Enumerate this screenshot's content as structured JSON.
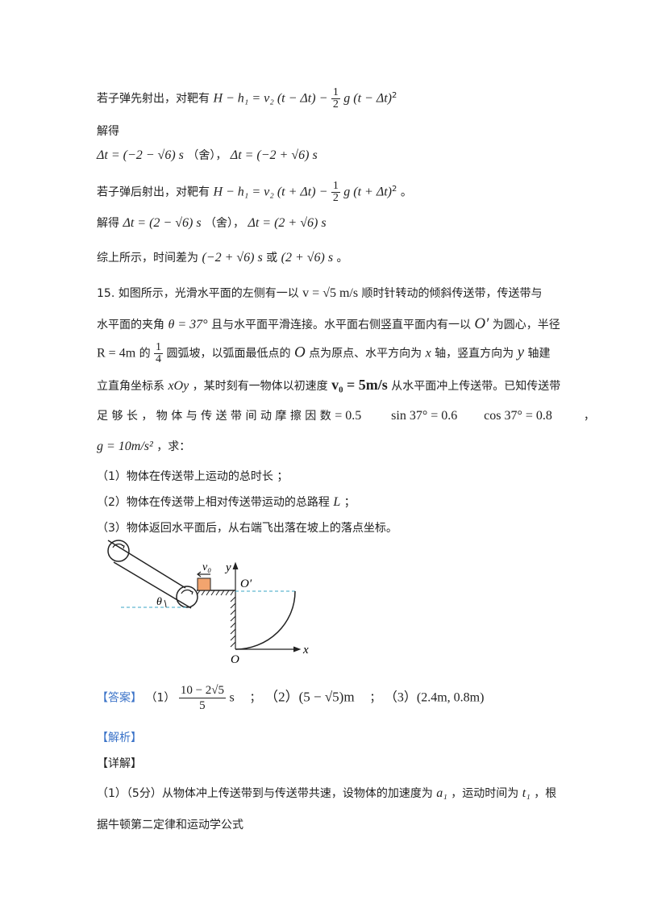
{
  "lines": {
    "l1_text": "若子弹先射出，对靶有",
    "l1_formula": "H − h₁ = v₂ (t − Δt) −",
    "l1_tail": "g (t − Δt)",
    "solve1": "解得",
    "dt1a": "Δt = (−2 − √6) s",
    "dt1a_note": "（舍），",
    "dt1b": "Δt = (−2 + √6) s",
    "l4_text": "若子弹后射出，对靶有",
    "l4_formula": "H − h₁ = v₂ (t + Δt) −",
    "l4_tail": "g (t + Δt)",
    "l4_end": "。",
    "solve2": "解得",
    "dt2a": "Δt = (2 − √6) s",
    "dt2a_note": "（舍），",
    "dt2b": "Δt = (2 + √6) s",
    "summary_text": "综上所示，时间差为",
    "summary_a": "(−2 + √6) s",
    "summary_or": "或",
    "summary_b": "(2 + √6) s",
    "summary_end": "。"
  },
  "problem": {
    "p1a": "15. 如图所示，光滑水平面的左侧有一以",
    "p1_v": "v = √5 m/s",
    "p1b": "顺时针转动的倾斜传送带，传送带与",
    "p2a": "水平面的夹角",
    "p2_theta": "θ = 37°",
    "p2b": "且与水平面平滑连接。水平面右侧竖直平面内有一以",
    "p2_O": "O′",
    "p2c": "为圆心，半径",
    "p3_R": "R = 4m",
    "p3a": "的",
    "p3b": "圆弧坡，以弧面最低点的",
    "p3_O": "O",
    "p3c": "点为原点、水平方向为",
    "p3_x": "x",
    "p3d": "轴，竖直方向为",
    "p3_y": "y",
    "p3e": "轴建",
    "p4a": "立直角坐标系",
    "p4_xoy": "xOy",
    "p4b": "，某时刻有一物体以初速度",
    "p4_v0": "v₀ = 5m/s",
    "p4c": "从水平面冲上传送带。已知传送带",
    "p5a": "足 够 长 ， 物 体 与 传 送 带 间 动 摩 擦 因 数",
    "p5_mu": "= 0.5",
    "p5_sin": "sin 37° = 0.6",
    "p5_cos": "cos 37° = 0.8",
    "p5_end": "，",
    "p6_g": "g = 10m/s²",
    "p6_end": "，求：",
    "q1": "（1）物体在传送带上运动的总时长 ；",
    "q2a": "（2）物体在传送带上相对传送带运动的总路程",
    "q2_L": "L",
    "q2b": "；",
    "q3": "（3）物体返回水平面后，从右端飞出落在坡上的落点坐标。"
  },
  "diagram": {
    "label_v0": "v₀",
    "label_y": "y",
    "label_Oprime": "O′",
    "label_theta": "θ",
    "label_x": "x",
    "label_O": "O"
  },
  "answer": {
    "tag": "【答案】",
    "a1_idx": "（1）",
    "a1_num": "10 − 2√5",
    "a1_den": "5",
    "a1_unit": "s",
    "sep1": "；",
    "a2": "（2）(5 − √5)m",
    "sep2": "；",
    "a3": "（3）(2.4m, 0.8m)"
  },
  "analysis": {
    "tag": "【解析】",
    "detail": "【详解】",
    "d1": "（1）（5分）从物体冲上传送带到与传送带共速，设物体的加速度为",
    "d1_a": "a₁",
    "d1b": "，运动时间为",
    "d1_t": "t₁",
    "d1c": "，根",
    "d2": "据牛顿第二定律和运动学公式"
  }
}
